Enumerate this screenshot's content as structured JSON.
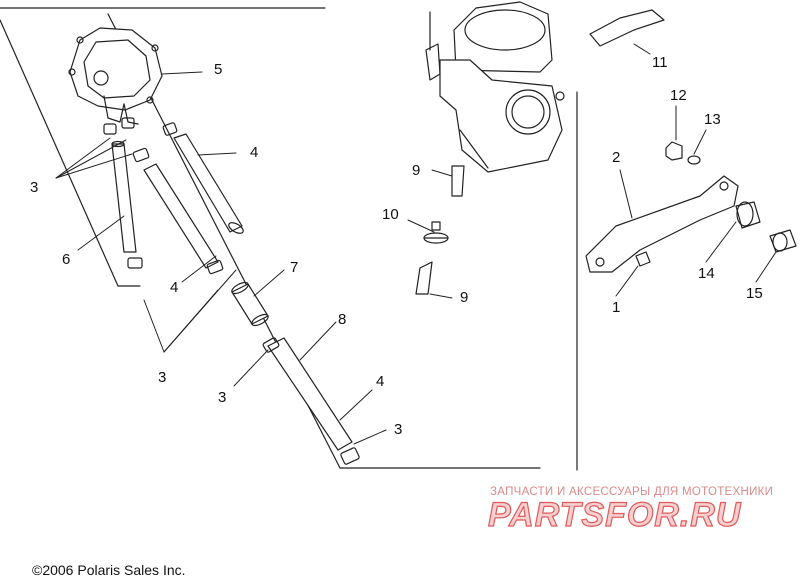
{
  "callouts": {
    "c1": "1",
    "c2": "2",
    "c3a": "3",
    "c3b": "3",
    "c3c": "3",
    "c3d": "3",
    "c4a": "4",
    "c4b": "4",
    "c4c": "4",
    "c5": "5",
    "c6": "6",
    "c7": "7",
    "c8": "8",
    "c9a": "9",
    "c9b": "9",
    "c10": "10",
    "c11": "11",
    "c12": "12",
    "c13": "13",
    "c14": "14",
    "c15": "15"
  },
  "copyright": "©2006 Polaris Sales Inc.",
  "watermark": {
    "tagline": "ЗАПЧАСТИ И АКСЕССУАРЫ ДЛЯ МОТОТЕХНИКИ",
    "logo": "PARTSFOR.RU",
    "color": "#e05a5a"
  }
}
